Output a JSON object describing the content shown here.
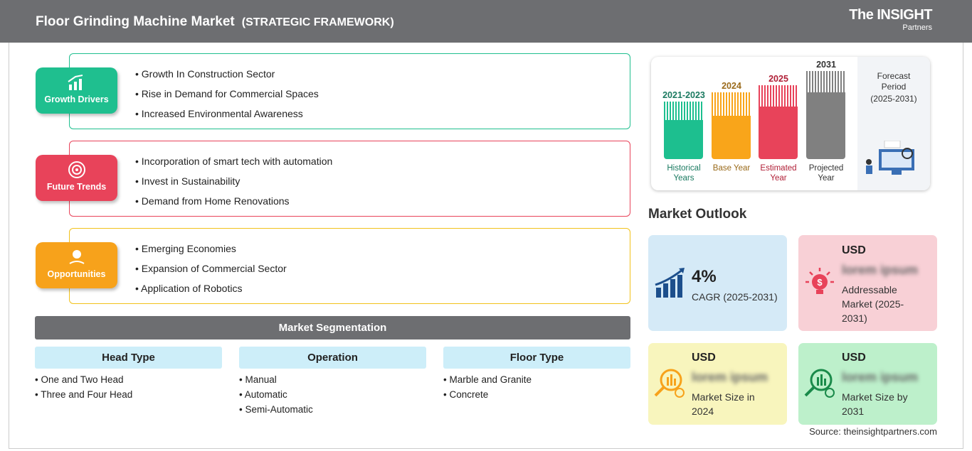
{
  "header": {
    "title": "Floor Grinding Machine Market",
    "subtitle": "(STRATEGIC FRAMEWORK)",
    "logo_the": "The",
    "logo_main": "INSIGHT",
    "logo_sub": "Partners"
  },
  "framework": [
    {
      "label": "Growth Drivers",
      "color": "#1fbf8f",
      "items": [
        "Growth In Construction Sector",
        "Rise in Demand for Commercial Spaces",
        "Increased Environmental Awareness"
      ]
    },
    {
      "label": "Future Trends",
      "color": "#e8435a",
      "items": [
        "Incorporation of smart tech with automation",
        "Invest in Sustainability",
        "Demand from Home Renovations"
      ]
    },
    {
      "label": "Opportunities",
      "color": "#f7a21b",
      "items": [
        "Emerging Economies",
        "Expansion of Commercial Sector",
        "Application of Robotics"
      ]
    }
  ],
  "segmentation": {
    "title": "Market Segmentation",
    "columns": [
      {
        "header": "Head Type",
        "items": [
          "One and Two Head",
          "Three and Four Head"
        ]
      },
      {
        "header": "Operation",
        "items": [
          "Manual",
          "Automatic",
          "Semi-Automatic"
        ]
      },
      {
        "header": "Floor Type",
        "items": [
          "Marble and Granite",
          "Concrete"
        ]
      }
    ]
  },
  "timeline": {
    "bars": [
      {
        "year": "2021-2023",
        "label": "Historical Years",
        "color": "#1dbf8f",
        "text_color": "#1a7a60"
      },
      {
        "year": "2024",
        "label": "Base Year",
        "color": "#f9a51a",
        "text_color": "#9a6a1a"
      },
      {
        "year": "2025",
        "label": "Estimated Year",
        "color": "#e8435a",
        "text_color": "#b01e36"
      },
      {
        "year": "2031",
        "label": "Projected Year",
        "color": "#808080",
        "text_color": "#333333"
      }
    ],
    "forecast_title": "Forecast Period",
    "forecast_range": "(2025-2031)"
  },
  "outlook": {
    "title": "Market Outlook",
    "cagr": {
      "value": "4%",
      "label": "CAGR (2025-2031)"
    },
    "addressable": {
      "currency": "USD",
      "value": "lorem ipsum",
      "label": "Addressable Market (2025-2031)"
    },
    "size2024": {
      "currency": "USD",
      "value": "lorem ipsum",
      "label": "Market Size in 2024"
    },
    "size2031": {
      "currency": "USD",
      "value": "lorem ipsum",
      "label": "Market Size by 2031"
    },
    "source": "Source: theinsightpartners.com"
  }
}
